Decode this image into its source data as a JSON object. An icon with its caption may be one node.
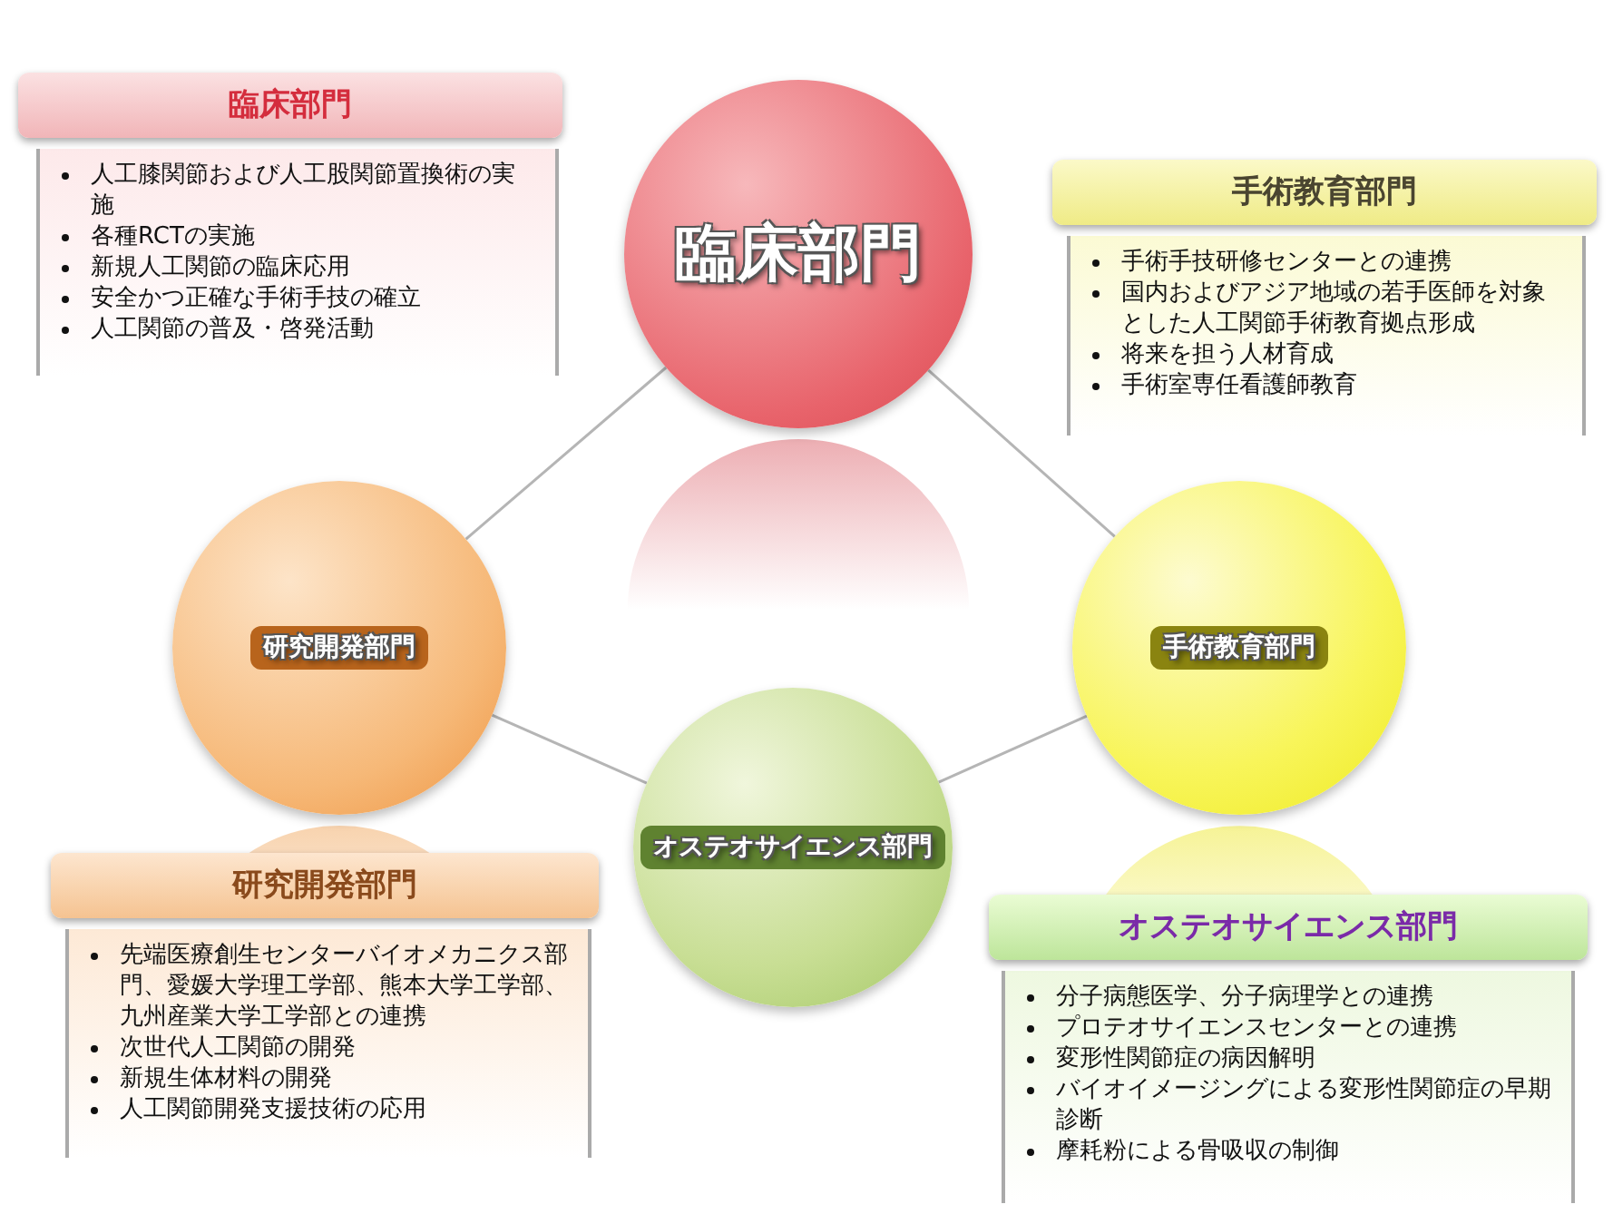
{
  "diagram": {
    "nodes": [
      {
        "text": [
          "臨床部門"
        ]
      },
      {
        "text": [
          "研究開発部門"
        ]
      },
      {
        "text": [
          "手術教育部門"
        ]
      },
      {
        "text": [
          "オステオサイエンス部門"
        ]
      },
      {
        "text": [
          "臨床部門",
          "人工膝関節および人工股関節置換術の実施",
          "各種RCTの実施",
          "新規人工関節の臨床応用",
          "安全かつ正確な手術手技の確立",
          "人工関節の普及・啓発活動"
        ]
      },
      {
        "text": [
          "手術教育部門",
          "手術手技研修センターとの連携",
          "国内およびアジア地域の若手医師を対象とした人工関節手術教育拠点形成",
          "将来を担う人材育成",
          "手術室専任看護師教育"
        ]
      },
      {
        "text": [
          "研究開発部門",
          "先端医療創生センターバイオメカニクス部門、愛媛大学理工学部、熊本大学工学部、九州産業大学工学部との連携",
          "次世代人工関節の開発",
          "新規生体材料の開発",
          "人工関節開発支援技術の応用"
        ]
      },
      {
        "text": [
          "オステオサイエンス部門",
          "分子病態医学、分子病理学との連携",
          "プロテオサイエンスセンターとの連携",
          "変形性関節症の病因解明",
          "バイオイメージングによる変形性関節症の早期診断",
          "摩耗粉による骨吸収の制御"
        ]
      }
    ],
    "edges": [
      {
        "from": 0,
        "to": 1,
        "arrow": "none"
      },
      {
        "from": 0,
        "to": 2,
        "arrow": "none"
      },
      {
        "from": 1,
        "to": 3,
        "arrow": "none"
      },
      {
        "from": 2,
        "to": 3,
        "arrow": "none"
      }
    ]
  }
}
